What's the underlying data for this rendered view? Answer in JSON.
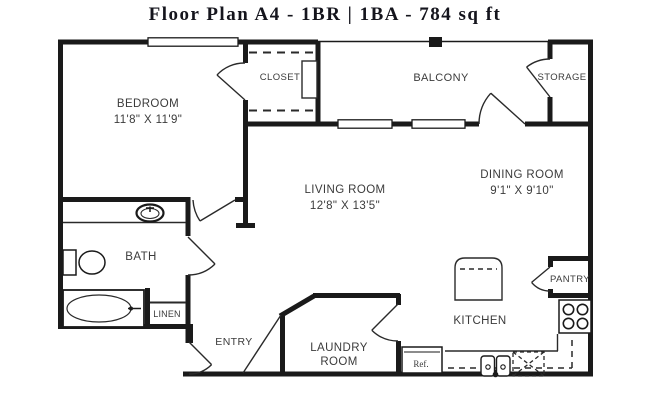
{
  "title": "Floor Plan A4 - 1BR | 1BA - 784 sq ft",
  "rooms": {
    "bedroom": {
      "name": "BEDROOM",
      "dimensions": "11'8\" X 11'9\""
    },
    "closet": {
      "name": "CLOSET"
    },
    "balcony": {
      "name": "BALCONY"
    },
    "storage": {
      "name": "STORAGE"
    },
    "living_room": {
      "name": "LIVING ROOM",
      "dimensions": "12'8\" X 13'5\""
    },
    "dining_room": {
      "name": "DINING ROOM",
      "dimensions": "9'1\" X 9'10\""
    },
    "bath": {
      "name": "BATH"
    },
    "linen": {
      "name": "LINEN"
    },
    "entry": {
      "name": "ENTRY"
    },
    "laundry_room": {
      "name": "LAUNDRY ROOM"
    },
    "kitchen": {
      "name": "KITCHEN"
    },
    "pantry": {
      "name": "PANTRY"
    }
  },
  "fixtures": {
    "refrigerator_label": "Ref."
  },
  "colors": {
    "wall": "#1a1a1a",
    "label_text": "#3b3b3b",
    "background": "#ffffff"
  }
}
